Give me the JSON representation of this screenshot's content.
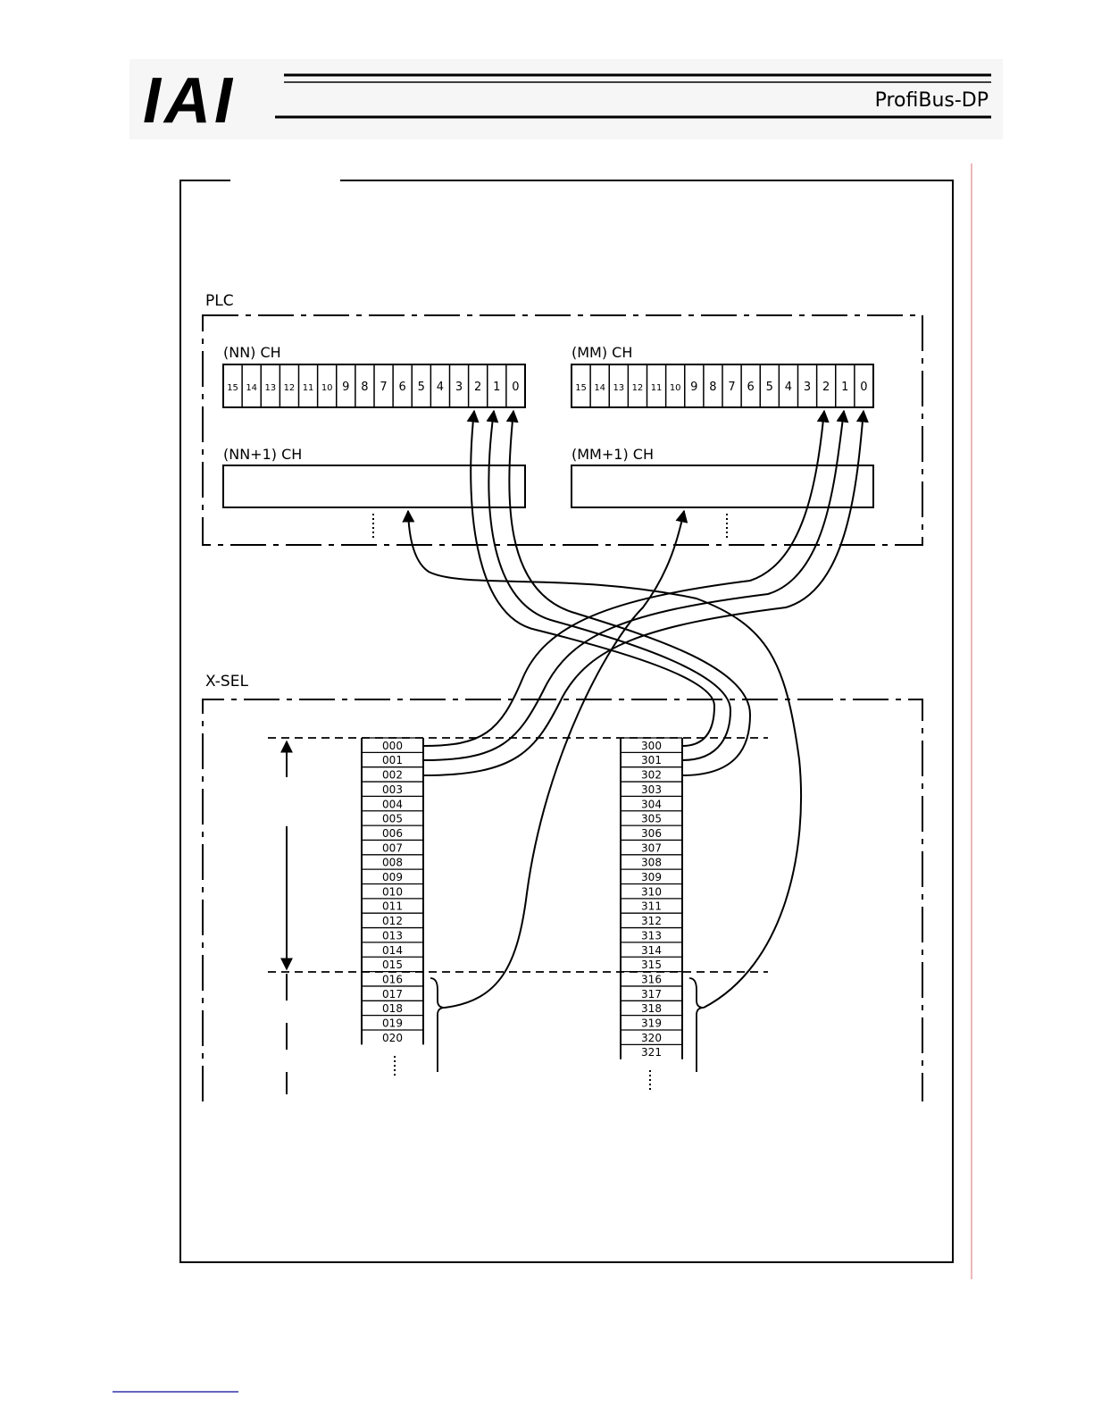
{
  "header": {
    "logo_text": "IAI",
    "subtitle": "ProfiBus-DP"
  },
  "plc": {
    "label": "PLC",
    "nn_ch": "(NN) CH",
    "mm_ch": "(MM) CH",
    "nn1_ch": "(NN+1) CH",
    "mm1_ch": "(MM+1) CH",
    "bits": [
      "15",
      "14",
      "13",
      "12",
      "11",
      "10",
      "9",
      "8",
      "7",
      "6",
      "5",
      "4",
      "3",
      "2",
      "1",
      "0"
    ]
  },
  "xsel": {
    "label": "X-SEL",
    "col_a": [
      "000",
      "001",
      "002",
      "003",
      "004",
      "005",
      "006",
      "007",
      "008",
      "009",
      "010",
      "011",
      "012",
      "013",
      "014",
      "015",
      "016",
      "017",
      "018",
      "019",
      "020"
    ],
    "col_b": [
      "300",
      "301",
      "302",
      "303",
      "304",
      "305",
      "306",
      "307",
      "308",
      "309",
      "310",
      "311",
      "312",
      "313",
      "314",
      "315",
      "316",
      "317",
      "318",
      "319",
      "320",
      "321"
    ]
  },
  "colors": {
    "line": "#000000",
    "margin_rule": "#e8a0a0",
    "footer_rule": "#3333aa"
  }
}
